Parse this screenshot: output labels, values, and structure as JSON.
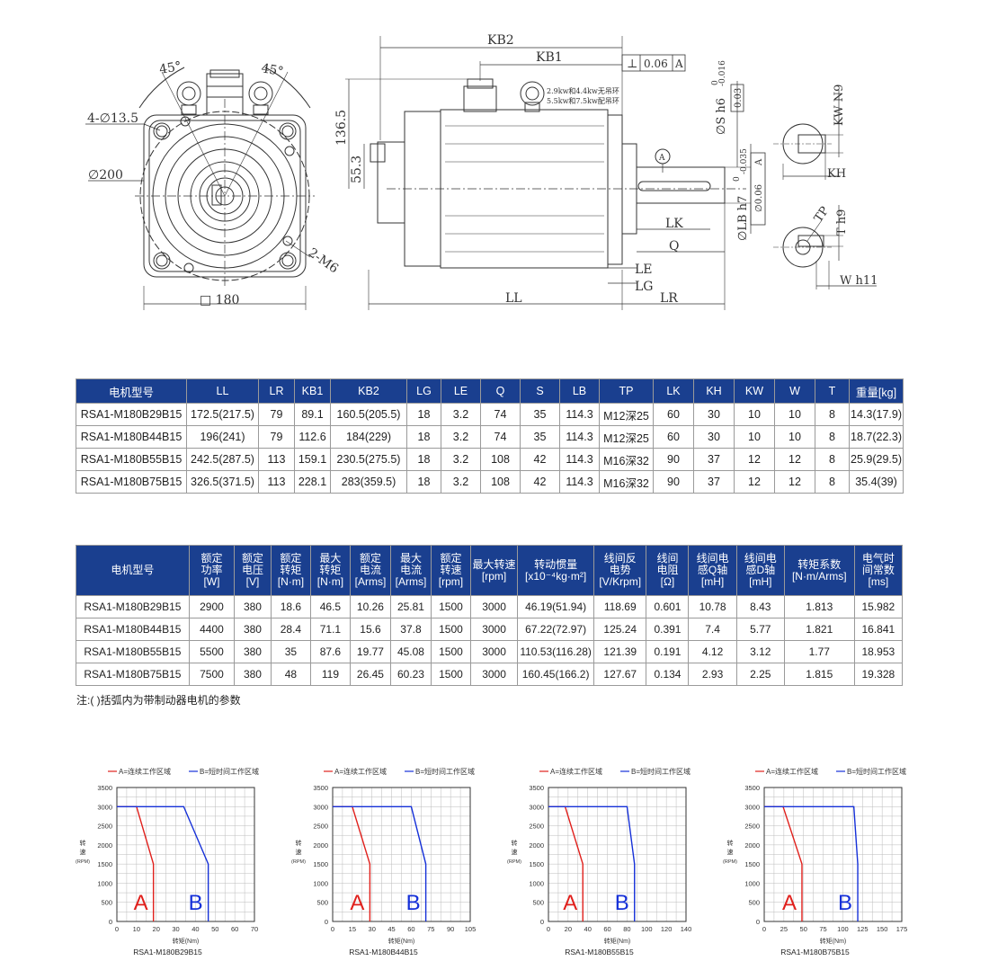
{
  "drawing": {
    "front": {
      "angle_left": "45°",
      "angle_right": "45°",
      "holes": "4-∅13.5",
      "pilot": "∅200",
      "tap": "2-M6",
      "square": "□ 180"
    },
    "side": {
      "kb2": "KB2",
      "kb1": "KB1",
      "tol_box": "⊥",
      "tol_value": "0.06",
      "tol_ref": "A",
      "h1365": "136.5",
      "h553": "55.3",
      "note1": "2.9kw和4.4kw无吊环",
      "note2": "5.5kw和7.5kw配吊环",
      "shaft_s": "∅S h6",
      "s_up": "0",
      "s_low": "-0.016",
      "runout": "0.03",
      "pilot_lb": "∅LB h7",
      "lb_up": "0",
      "lb_low": "-0.035",
      "conc": "∅0.06",
      "conc_ref": "A",
      "datum": "A",
      "lk": "LK",
      "q": "Q",
      "le": "LE",
      "lg": "LG",
      "ll": "LL",
      "lr": "LR"
    },
    "shaft_top": {
      "kw": "KW N9",
      "kh": "KH"
    },
    "shaft_bot": {
      "tp": "TP",
      "t": "T h9",
      "w": "W h11"
    }
  },
  "table1": {
    "headers": [
      "电机型号",
      "LL",
      "LR",
      "KB1",
      "KB2",
      "LG",
      "LE",
      "Q",
      "S",
      "LB",
      "TP",
      "LK",
      "KH",
      "KW",
      "W",
      "T",
      "重量[kg]"
    ],
    "rows": [
      [
        "RSA1-M180B29B15",
        "172.5(217.5)",
        "79",
        "89.1",
        "160.5(205.5)",
        "18",
        "3.2",
        "74",
        "35",
        "114.3",
        "M12深25",
        "60",
        "30",
        "10",
        "10",
        "8",
        "14.3(17.9)"
      ],
      [
        "RSA1-M180B44B15",
        "196(241)",
        "79",
        "112.6",
        "184(229)",
        "18",
        "3.2",
        "74",
        "35",
        "114.3",
        "M12深25",
        "60",
        "30",
        "10",
        "10",
        "8",
        "18.7(22.3)"
      ],
      [
        "RSA1-M180B55B15",
        "242.5(287.5)",
        "113",
        "159.1",
        "230.5(275.5)",
        "18",
        "3.2",
        "108",
        "42",
        "114.3",
        "M16深32",
        "90",
        "37",
        "12",
        "12",
        "8",
        "25.9(29.5)"
      ],
      [
        "RSA1-M180B75B15",
        "326.5(371.5)",
        "113",
        "228.1",
        "283(359.5)",
        "18",
        "3.2",
        "108",
        "42",
        "114.3",
        "M16深32",
        "90",
        "37",
        "12",
        "12",
        "8",
        "35.4(39)"
      ]
    ]
  },
  "table2": {
    "headers": [
      [
        "电机型号"
      ],
      [
        "额定",
        "功率",
        "[W]"
      ],
      [
        "额定",
        "电压",
        "[V]"
      ],
      [
        "额定",
        "转矩",
        "[N·m]"
      ],
      [
        "最大",
        "转矩",
        "[N·m]"
      ],
      [
        "额定",
        "电流",
        "[Arms]"
      ],
      [
        "最大",
        "电流",
        "[Arms]"
      ],
      [
        "额定",
        "转速",
        "[rpm]"
      ],
      [
        "最大转速",
        "[rpm]"
      ],
      [
        "转动惯量",
        "[x10⁻⁴kg·m²]"
      ],
      [
        "线间反",
        "电势",
        "[V/Krpm]"
      ],
      [
        "线间",
        "电阻",
        "[Ω]"
      ],
      [
        "线间电",
        "感Q轴",
        "[mH]"
      ],
      [
        "线间电",
        "感D轴",
        "[mH]"
      ],
      [
        "转矩系数",
        "[N·m/Arms]"
      ],
      [
        "电气时",
        "间常数",
        "[ms]"
      ]
    ],
    "rows": [
      [
        "RSA1-M180B29B15",
        "2900",
        "380",
        "18.6",
        "46.5",
        "10.26",
        "25.81",
        "1500",
        "3000",
        "46.19(51.94)",
        "118.69",
        "0.601",
        "10.78",
        "8.43",
        "1.813",
        "15.982"
      ],
      [
        "RSA1-M180B44B15",
        "4400",
        "380",
        "28.4",
        "71.1",
        "15.6",
        "37.8",
        "1500",
        "3000",
        "67.22(72.97)",
        "125.24",
        "0.391",
        "7.4",
        "5.77",
        "1.821",
        "16.841"
      ],
      [
        "RSA1-M180B55B15",
        "5500",
        "380",
        "35",
        "87.6",
        "19.77",
        "45.08",
        "1500",
        "3000",
        "110.53(116.28)",
        "121.39",
        "0.191",
        "4.12",
        "3.12",
        "1.77",
        "18.953"
      ],
      [
        "RSA1-M180B75B15",
        "7500",
        "380",
        "48",
        "119",
        "26.45",
        "60.23",
        "1500",
        "3000",
        "160.45(166.2)",
        "127.67",
        "0.134",
        "2.93",
        "2.25",
        "1.815",
        "19.328"
      ]
    ]
  },
  "note": "注:(    )括弧内为带制动器电机的参数",
  "chart_data": [
    {
      "type": "line",
      "title": "RSA1-M180B29B15",
      "xlabel": "转矩(Nm)",
      "ylabel_chars": [
        "转",
        "速",
        "(RPM)"
      ],
      "legend": [
        "A=连续工作区域",
        "B=短时间工作区域"
      ],
      "xlim": [
        0,
        70
      ],
      "xticks": [
        0,
        10,
        20,
        30,
        40,
        50,
        60,
        70
      ],
      "ylim": [
        0,
        3500
      ],
      "yticks": [
        0,
        500,
        1000,
        1500,
        2000,
        2500,
        3000,
        3500
      ],
      "series": [
        {
          "name": "A=连续工作区域",
          "label": "A",
          "color": "#e0201c",
          "x": [
            0,
            10,
            18.6,
            18.6
          ],
          "y": [
            3000,
            3000,
            1500,
            0
          ]
        },
        {
          "name": "B=短时间工作区域",
          "label": "B",
          "color": "#1530d8",
          "x": [
            0,
            34,
            46.5,
            46.5
          ],
          "y": [
            3000,
            3000,
            1500,
            0
          ]
        }
      ]
    },
    {
      "type": "line",
      "title": "RSA1-M180B44B15",
      "xlabel": "转矩(Nm)",
      "ylabel_chars": [
        "转",
        "速",
        "(RPM)"
      ],
      "legend": [
        "A=连续工作区域",
        "B=短时间工作区域"
      ],
      "xlim": [
        0,
        105
      ],
      "xticks": [
        0,
        15,
        30,
        45,
        60,
        75,
        90,
        105
      ],
      "ylim": [
        0,
        3500
      ],
      "yticks": [
        0,
        500,
        1000,
        1500,
        2000,
        2500,
        3000,
        3500
      ],
      "series": [
        {
          "name": "A=连续工作区域",
          "label": "A",
          "color": "#e0201c",
          "x": [
            0,
            15,
            28.4,
            28.4
          ],
          "y": [
            3000,
            3000,
            1500,
            0
          ]
        },
        {
          "name": "B=短时间工作区域",
          "label": "B",
          "color": "#1530d8",
          "x": [
            0,
            60,
            71.1,
            71.1
          ],
          "y": [
            3000,
            3000,
            1500,
            0
          ]
        }
      ]
    },
    {
      "type": "line",
      "title": "RSA1-M180B55B15",
      "xlabel": "转矩(Nm)",
      "ylabel_chars": [
        "转",
        "速",
        "(RPM)"
      ],
      "legend": [
        "A=连续工作区域",
        "B=短时间工作区域"
      ],
      "xlim": [
        0,
        140
      ],
      "xticks": [
        0,
        20,
        40,
        60,
        80,
        100,
        120,
        140
      ],
      "ylim": [
        0,
        3500
      ],
      "yticks": [
        0,
        500,
        1000,
        1500,
        2000,
        2500,
        3000,
        3500
      ],
      "series": [
        {
          "name": "A=连续工作区域",
          "label": "A",
          "color": "#e0201c",
          "x": [
            0,
            17,
            35,
            35
          ],
          "y": [
            3000,
            3000,
            1500,
            0
          ]
        },
        {
          "name": "B=短时间工作区域",
          "label": "B",
          "color": "#1530d8",
          "x": [
            0,
            80,
            87.6,
            87.6
          ],
          "y": [
            3000,
            3000,
            1500,
            0
          ]
        }
      ]
    },
    {
      "type": "line",
      "title": "RSA1-M180B75B15",
      "xlabel": "转矩(Nm)",
      "ylabel_chars": [
        "转",
        "速",
        "(RPM)"
      ],
      "legend": [
        "A=连续工作区域",
        "B=短时间工作区域"
      ],
      "xlim": [
        0,
        175
      ],
      "xticks": [
        0,
        25,
        50,
        75,
        100,
        125,
        150,
        175
      ],
      "ylim": [
        0,
        3500
      ],
      "yticks": [
        0,
        500,
        1000,
        1500,
        2000,
        2500,
        3000,
        3500
      ],
      "series": [
        {
          "name": "A=连续工作区域",
          "label": "A",
          "color": "#e0201c",
          "x": [
            0,
            24,
            48,
            48
          ],
          "y": [
            3000,
            3000,
            1500,
            0
          ]
        },
        {
          "name": "B=短时间工作区域",
          "label": "B",
          "color": "#1530d8",
          "x": [
            0,
            114,
            119,
            119
          ],
          "y": [
            3000,
            3000,
            1500,
            0
          ]
        }
      ]
    }
  ]
}
